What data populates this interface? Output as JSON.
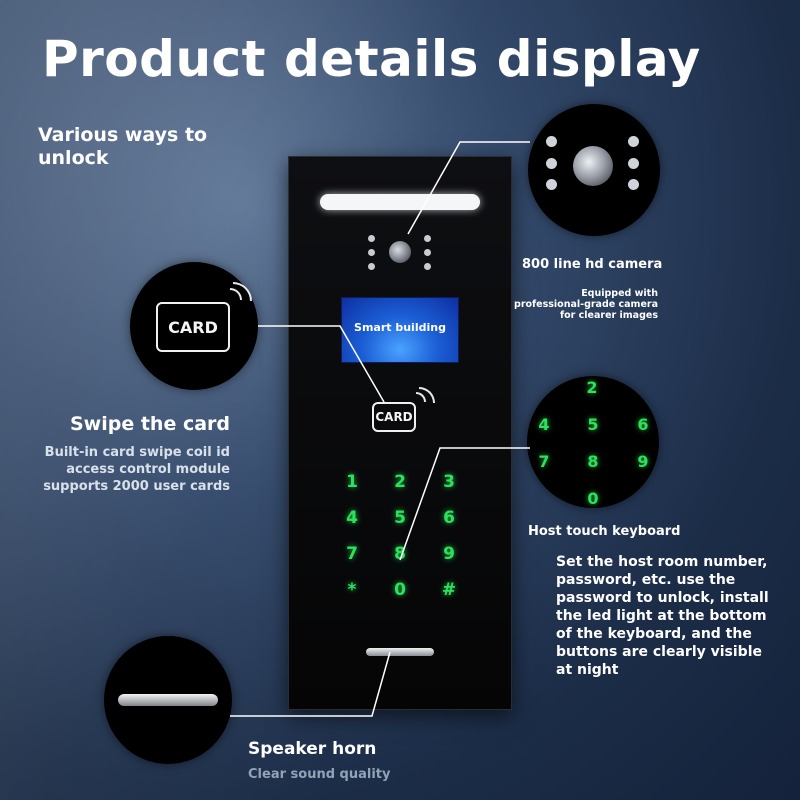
{
  "title": "Product details display",
  "unlock_heading": "Various ways to unlock",
  "device": {
    "screen_text": "Smart building",
    "card_label": "CARD",
    "keys": [
      "1",
      "2",
      "3",
      "4",
      "5",
      "6",
      "7",
      "8",
      "9",
      "*",
      "0",
      "#"
    ]
  },
  "camera_callout": {
    "label": "800 line hd camera",
    "description": "Equipped with professional-grade camera for clearer images"
  },
  "card_callout": {
    "card_label": "CARD",
    "label": "Swipe the card",
    "description": "Built-in card swipe coil id access control module supports 2000 user cards"
  },
  "keyboard_callout": {
    "keys": [
      "2",
      "4",
      "5",
      "6",
      "7",
      "8",
      "9",
      "0"
    ],
    "label": "Host touch keyboard",
    "description": "Set the host room number, password, etc. use the password to unlock, install the led light at the bottom of the keyboard, and the buttons are clearly visible at night"
  },
  "speaker_callout": {
    "label": "Speaker horn",
    "description": "Clear sound quality"
  },
  "colors": {
    "background": "#1c2d48",
    "key_glow": "#2ee05c",
    "screen": "#1c5fd6"
  }
}
